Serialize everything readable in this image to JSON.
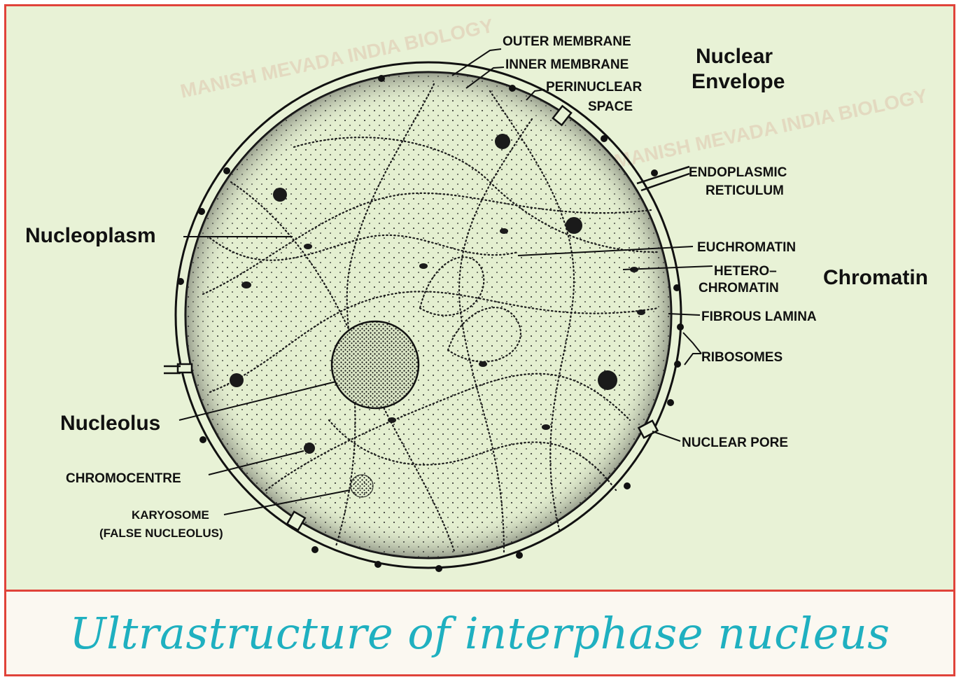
{
  "caption": "Ultrastructure of interphase nucleus",
  "labels": {
    "outer_membrane": "OUTER MEMBRANE",
    "inner_membrane": "INNER MEMBRANE",
    "perinuclear_1": "PERINUCLEAR",
    "perinuclear_2": "SPACE",
    "nuclear_envelope_1": "Nuclear",
    "nuclear_envelope_2": "Envelope",
    "er_1": "ENDOPLASMIC",
    "er_2": "RETICULUM",
    "nucleoplasm": "Nucleoplasm",
    "euchromatin": "EUCHROMATIN",
    "hetero_1": "HETERO–",
    "hetero_2": "CHROMATIN",
    "chromatin": "Chromatin",
    "fibrous_lamina": "FIBROUS LAMINA",
    "ribosomes": "RIBOSOMES",
    "nucleolus": "Nucleolus",
    "chromocentre": "CHROMOCENTRE",
    "nuclear_pore": "NUCLEAR PORE",
    "karyosome_1": "KARYOSOME",
    "karyosome_2": "(FALSE NUCLEOLUS)"
  },
  "watermark": "MANISH MEVADA INDIA BIOLOGY",
  "colors": {
    "frame": "#e0433a",
    "background": "#e8f2d6",
    "caption_text": "#1fb0c0",
    "ink": "#111111"
  }
}
